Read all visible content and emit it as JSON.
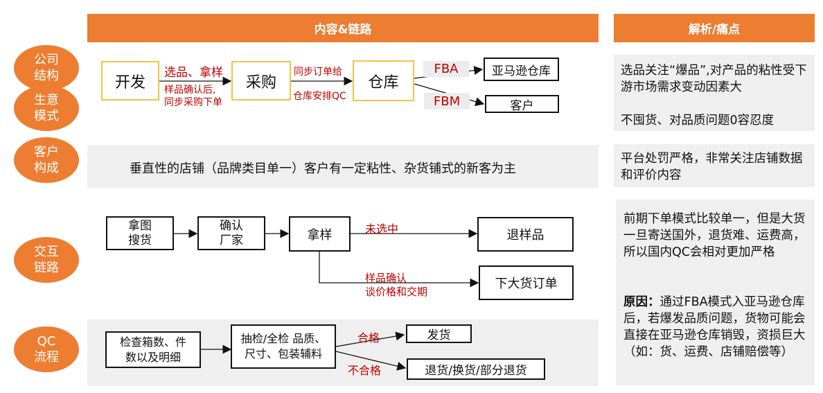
{
  "header": {
    "main": "内容&链路",
    "side": "解析/痛点"
  },
  "rows": {
    "company": "公司\n结构",
    "business": "生意\n模式",
    "customer": "客户\n构成",
    "interaction": "交互\n链路",
    "qc": "QC\n流程"
  },
  "flow1": {
    "develop": "开发",
    "label_select": "选品、拿样",
    "label_confirm": "样品确认后,\n同步采购下单",
    "purchase": "采购",
    "label_sync": "同步订单给",
    "label_qc": "仓库安排QC",
    "warehouse": "仓库",
    "fba": "FBA",
    "fbm": "FBM",
    "amazon": "亚马逊仓库",
    "client": "客户"
  },
  "customer_text": "垂直性的店铺（品牌类目单一）客户有一定粘性、杂货铺式的新客为主",
  "flow2": {
    "pick": "拿图\n搜货",
    "confirm": "确认\n厂家",
    "sample": "拿样",
    "not_selected": "未选中",
    "return_sample": "退样品",
    "confirm_price": "样品确认\n谈价格和交期",
    "bulk_order": "下大货订单"
  },
  "flow3": {
    "check": "检查箱数、件\n数以及明细",
    "inspect": "抽检/全检 品质、\n尺寸、包装辅料",
    "pass": "合格",
    "fail": "不合格",
    "ship": "发货",
    "returns": "退货/换货/部分退货"
  },
  "notes": {
    "n1_text": "选品关注“爆品”,对产品的粘性受下游市场需求变动因素大",
    "n1_red": "不囤货、对品质问题0容忍度",
    "n2_text": "平台处罚严格，非常关注店铺数据和评价内容",
    "n3_text": "前期下单模式比较单一，但是大货一旦寄送国外，退货难、运费高，所以国内QC会相对更加严格",
    "n3_bold": "原因：",
    "n3_reason": "通过FBA模式入亚马逊仓库后，若爆发品质问题，货物可能会直接在亚马逊仓库销毁，资损巨大（如：货、运费、店铺赔偿等）"
  },
  "colors": {
    "accent": "#ed7d31",
    "panel": "#efefef",
    "red": "#c00000",
    "yellow_border": "#f5c242"
  }
}
